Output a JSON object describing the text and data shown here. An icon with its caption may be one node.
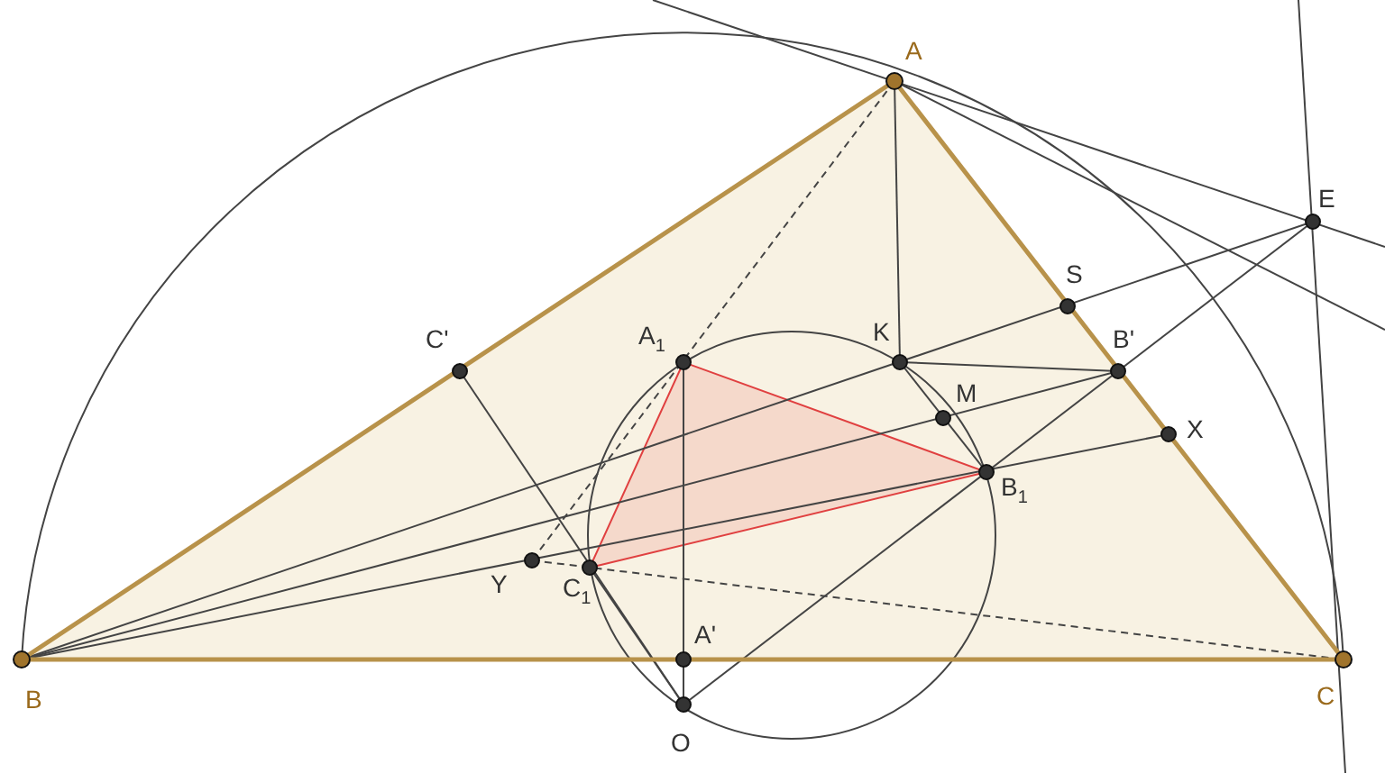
{
  "diagram": {
    "labels": [
      "A",
      "E",
      "S",
      "C'",
      "A$_{1}$",
      "K",
      "B'",
      "M",
      "X",
      "B$_{1}$",
      "Y",
      "C$_{1}$",
      "B",
      "A'",
      "C",
      "O"
    ]
  }
}
